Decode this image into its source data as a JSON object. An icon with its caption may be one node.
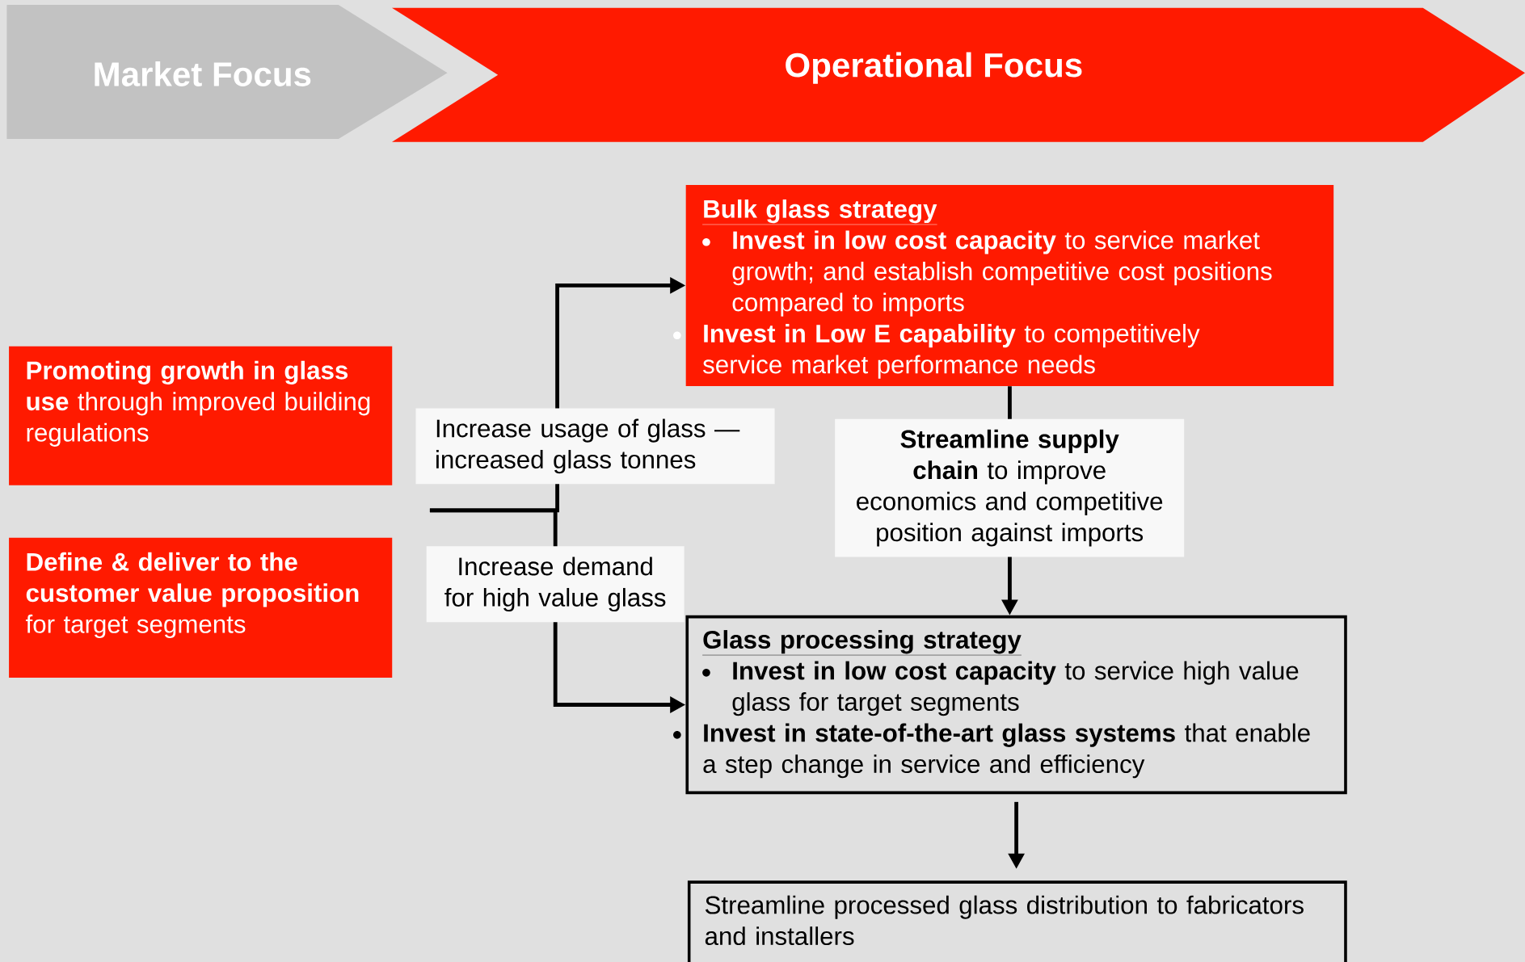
{
  "diagram": {
    "nodes": [
      {
        "text": [
          "Market Focus"
        ]
      },
      {
        "text": [
          "Operational Focus"
        ]
      },
      {
        "text": [
          "Bulk glass strategy",
          "**Invest in low cost capacity** to service market growth; and establish competitive cost positions compared to imports",
          "**Invest in Low E capability** to competitively service market performance needs"
        ]
      },
      {
        "text": [
          "**Promoting growth in glass use** through improved building regulations"
        ]
      },
      {
        "text": [
          "**Define & deliver to the customer value proposition** for target segments"
        ]
      },
      {
        "text": [
          "Glass processing strategy",
          "**Invest in low cost capacity** to service high value glass for target segments",
          "**Invest in state-of-the-art glass systems** that enable a step change in service and efficiency"
        ]
      },
      {
        "text": [
          "Streamline processed glass distribution to fabricators and installers"
        ]
      }
    ],
    "edges": [
      {
        "from": null,
        "to": 2,
        "arrow": "to",
        "label": "Increase usage of glass — increased glass tonnes"
      },
      {
        "from": null,
        "to": 5,
        "arrow": "to",
        "label": "Increase demand for high value glass"
      },
      {
        "from": 2,
        "to": 5,
        "arrow": "to",
        "label": "**Streamline supply chain** to improve economics and competitive position against imports"
      },
      {
        "from": 5,
        "to": 6,
        "arrow": "to"
      }
    ]
  }
}
